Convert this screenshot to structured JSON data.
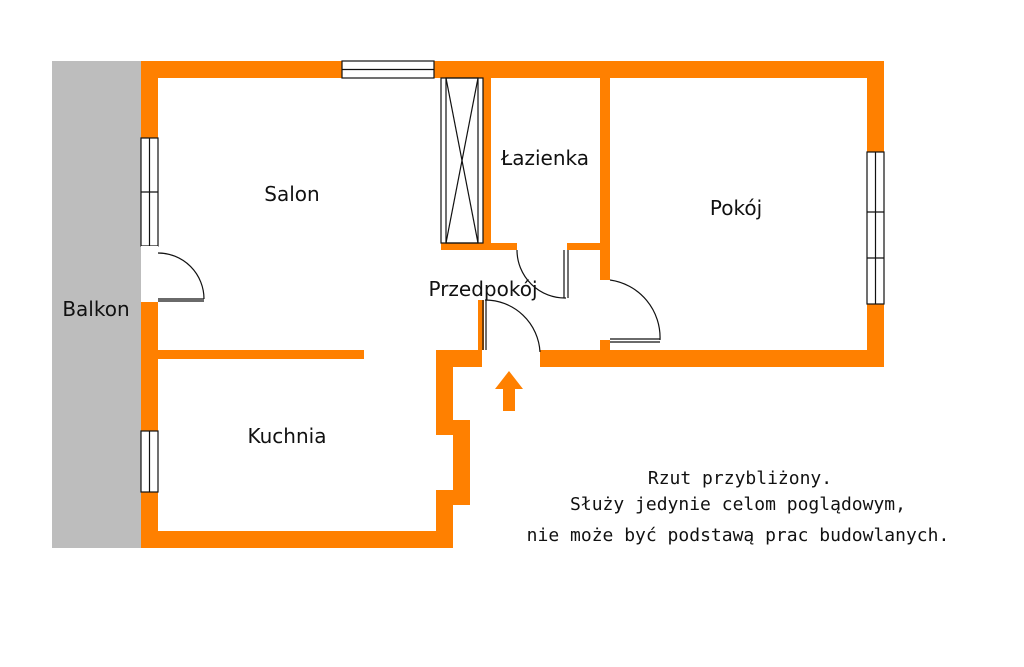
{
  "rooms": {
    "salon": "Salon",
    "lazienka": "Łazienka",
    "pokoj": "Pokój",
    "przedpokoj": "Przedpokój",
    "kuchnia": "Kuchnia",
    "balkon": "Balkon"
  },
  "note": {
    "line1": "Rzut przybliżony.",
    "line2": "Służy jedynie celom poglądowym,",
    "line3": "nie może być podstawą prac budowlanych."
  },
  "colors": {
    "wall": "#ff8000",
    "balcony": "#bdbdbd",
    "line": "#111111",
    "background": "#ffffff"
  },
  "icons": {
    "entrance": "entrance-arrow-icon"
  }
}
